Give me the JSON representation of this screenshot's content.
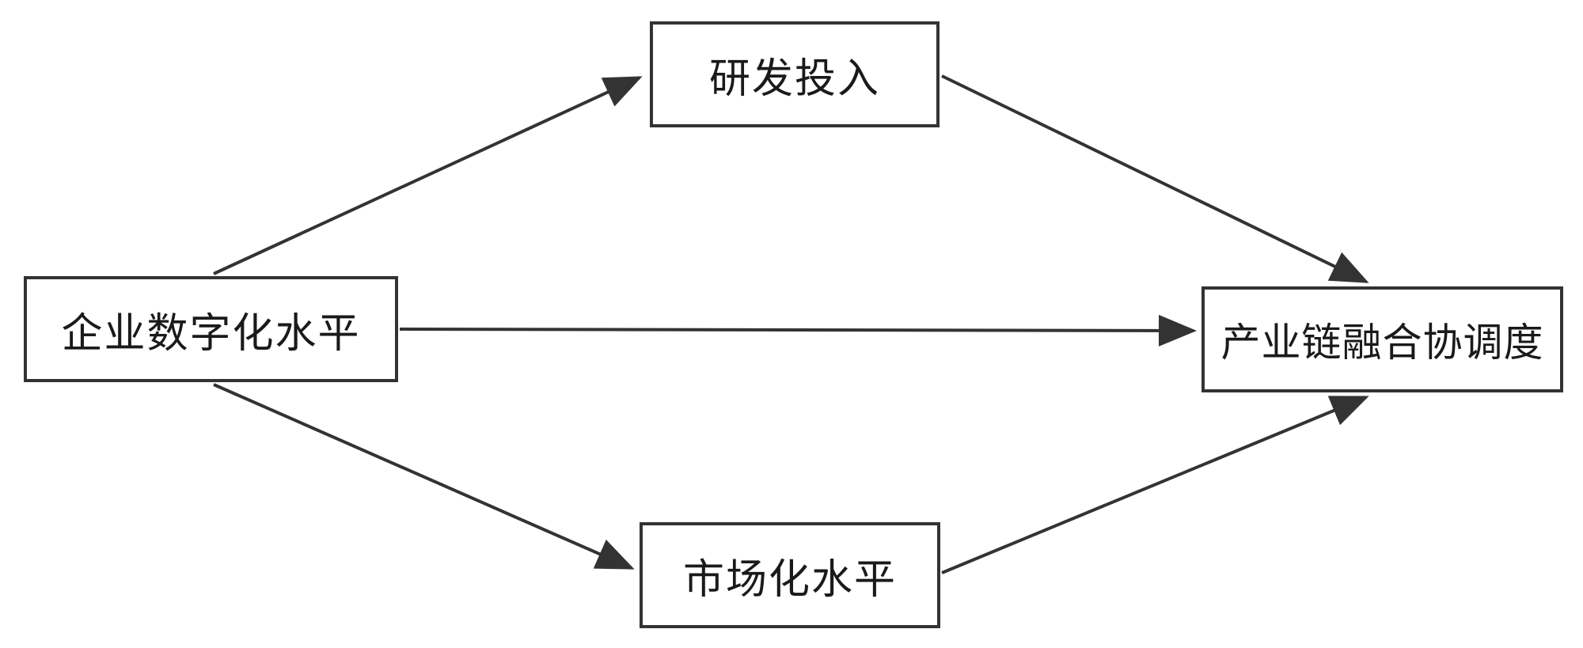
{
  "diagram": {
    "nodes": {
      "digital": {
        "label": "企业数字化水平"
      },
      "rd": {
        "label": "研发投入"
      },
      "market": {
        "label": "市场化水平"
      },
      "coupling": {
        "label": "产业链融合协调度"
      }
    },
    "edges": [
      {
        "from": "digital",
        "to": "rd"
      },
      {
        "from": "rd",
        "to": "coupling"
      },
      {
        "from": "digital",
        "to": "coupling"
      },
      {
        "from": "digital",
        "to": "market"
      },
      {
        "from": "market",
        "to": "coupling"
      }
    ],
    "colors": {
      "stroke": "#333333",
      "text": "#1a1a1a",
      "background": "#ffffff"
    }
  }
}
